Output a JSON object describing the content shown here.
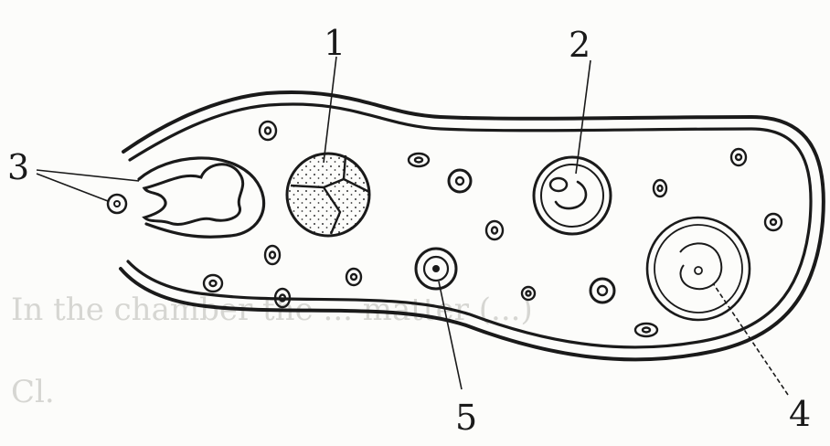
{
  "diagram": {
    "labels": {
      "l1": "1",
      "l2": "2",
      "l3": "3",
      "l4": "4",
      "l5": "5"
    },
    "faint_background_text": {
      "line1": "In the chamber the ... matter (...)",
      "line2": "Cl."
    },
    "colors": {
      "ink": "#1a1a1a",
      "paper": "#fcfcfa",
      "faint": "#d6d6d2"
    }
  }
}
